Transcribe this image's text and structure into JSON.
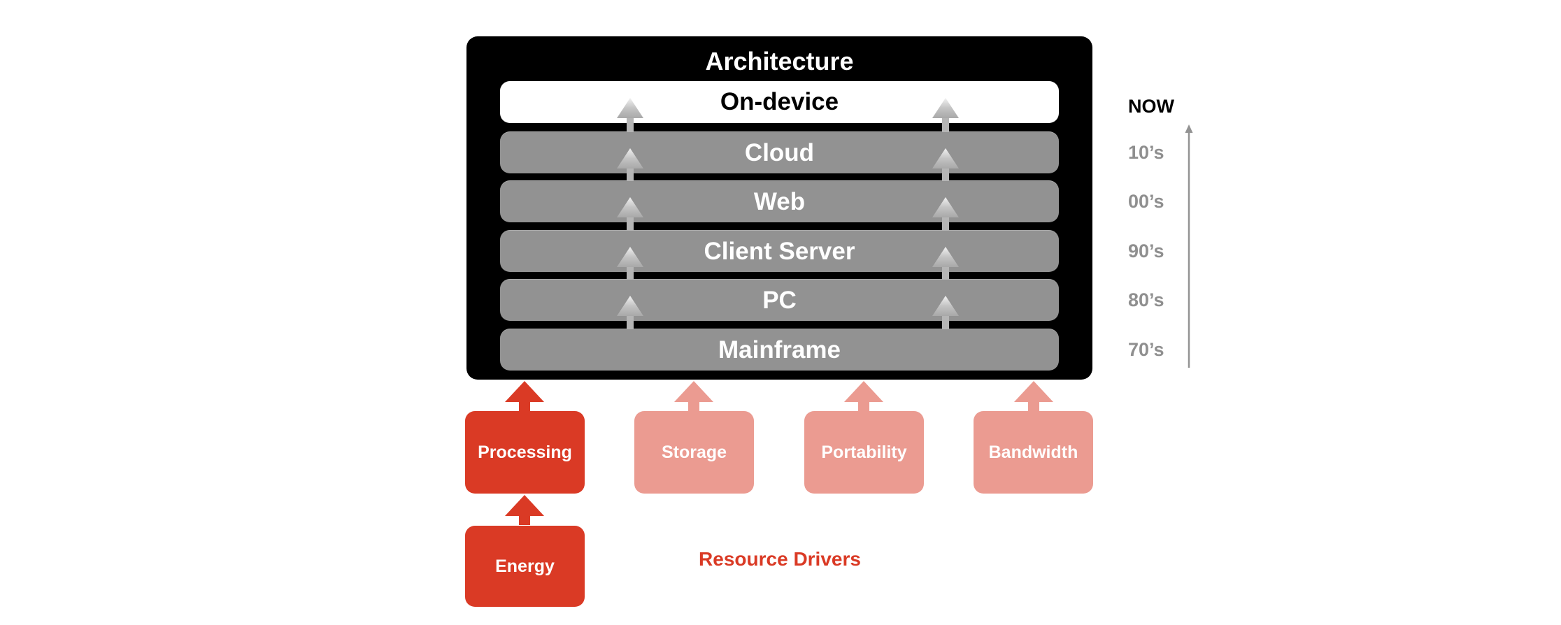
{
  "architecture": {
    "title": "Architecture",
    "layers": [
      {
        "label": "On-device",
        "era": "NOW",
        "current": true
      },
      {
        "label": "Cloud",
        "era": "10’s",
        "current": false
      },
      {
        "label": "Web",
        "era": "00’s",
        "current": false
      },
      {
        "label": "Client Server",
        "era": "90’s",
        "current": false
      },
      {
        "label": "PC",
        "era": "80’s",
        "current": false
      },
      {
        "label": "Mainframe",
        "era": "70’s",
        "current": false
      }
    ]
  },
  "timeline": {
    "labels": [
      "NOW",
      "10’s",
      "00’s",
      "90’s",
      "80’s",
      "70’s"
    ]
  },
  "resource_drivers": {
    "caption": "Resource Drivers",
    "items": [
      {
        "label": "Processing",
        "emphasis": "primary"
      },
      {
        "label": "Storage",
        "emphasis": "secondary"
      },
      {
        "label": "Portability",
        "emphasis": "secondary"
      },
      {
        "label": "Bandwidth",
        "emphasis": "secondary"
      }
    ],
    "sub_driver": {
      "label": "Energy",
      "feeds": "Processing",
      "emphasis": "primary"
    }
  },
  "colors": {
    "primary_driver": "#da3a25",
    "secondary_driver": "#eb9b91",
    "layer_gray": "#929292",
    "timeline_gray": "#8f8f8f"
  }
}
